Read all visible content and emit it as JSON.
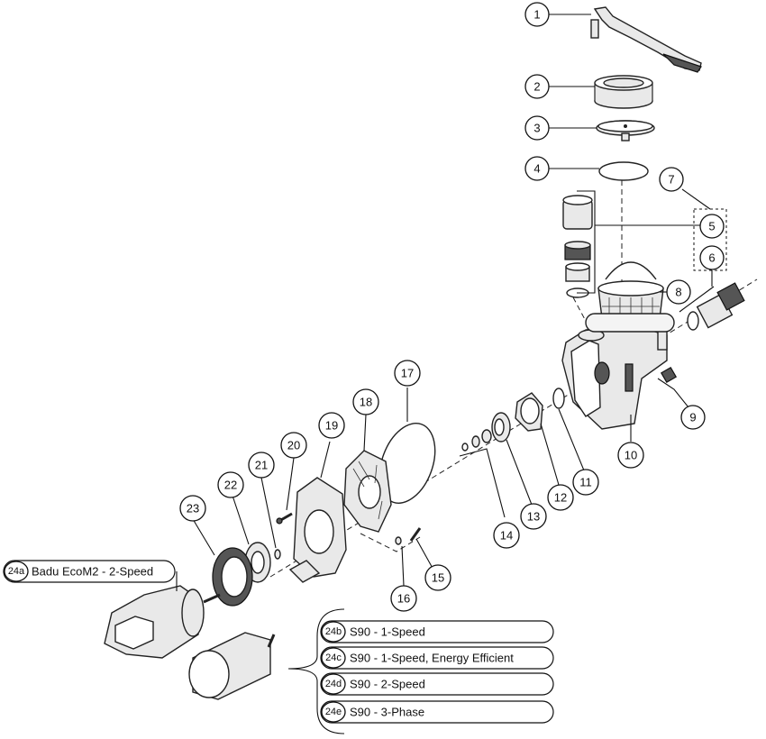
{
  "callouts": [
    {
      "id": "c1",
      "label": "1"
    },
    {
      "id": "c2",
      "label": "2"
    },
    {
      "id": "c3",
      "label": "3"
    },
    {
      "id": "c4",
      "label": "4"
    },
    {
      "id": "c5",
      "label": "5"
    },
    {
      "id": "c6",
      "label": "6"
    },
    {
      "id": "c7",
      "label": "7"
    },
    {
      "id": "c8",
      "label": "8"
    },
    {
      "id": "c9",
      "label": "9"
    },
    {
      "id": "c10",
      "label": "10"
    },
    {
      "id": "c11",
      "label": "11"
    },
    {
      "id": "c12",
      "label": "12"
    },
    {
      "id": "c13",
      "label": "13"
    },
    {
      "id": "c14",
      "label": "14"
    },
    {
      "id": "c15",
      "label": "15"
    },
    {
      "id": "c16",
      "label": "16"
    },
    {
      "id": "c17",
      "label": "17"
    },
    {
      "id": "c18",
      "label": "18"
    },
    {
      "id": "c19",
      "label": "19"
    },
    {
      "id": "c20",
      "label": "20"
    },
    {
      "id": "c21",
      "label": "21"
    },
    {
      "id": "c22",
      "label": "22"
    },
    {
      "id": "c23",
      "label": "23"
    }
  ],
  "motors": {
    "a": {
      "tag": "24a",
      "text": "Badu EcoM2 - 2-Speed"
    },
    "b": {
      "tag": "24b",
      "text": "S90 - 1-Speed"
    },
    "c": {
      "tag": "24c",
      "text": "S90 - 1-Speed, Energy Efficient"
    },
    "d": {
      "tag": "24d",
      "text": "S90 - 2-Speed"
    },
    "e": {
      "tag": "24e",
      "text": "S90 - 3-Phase"
    }
  }
}
